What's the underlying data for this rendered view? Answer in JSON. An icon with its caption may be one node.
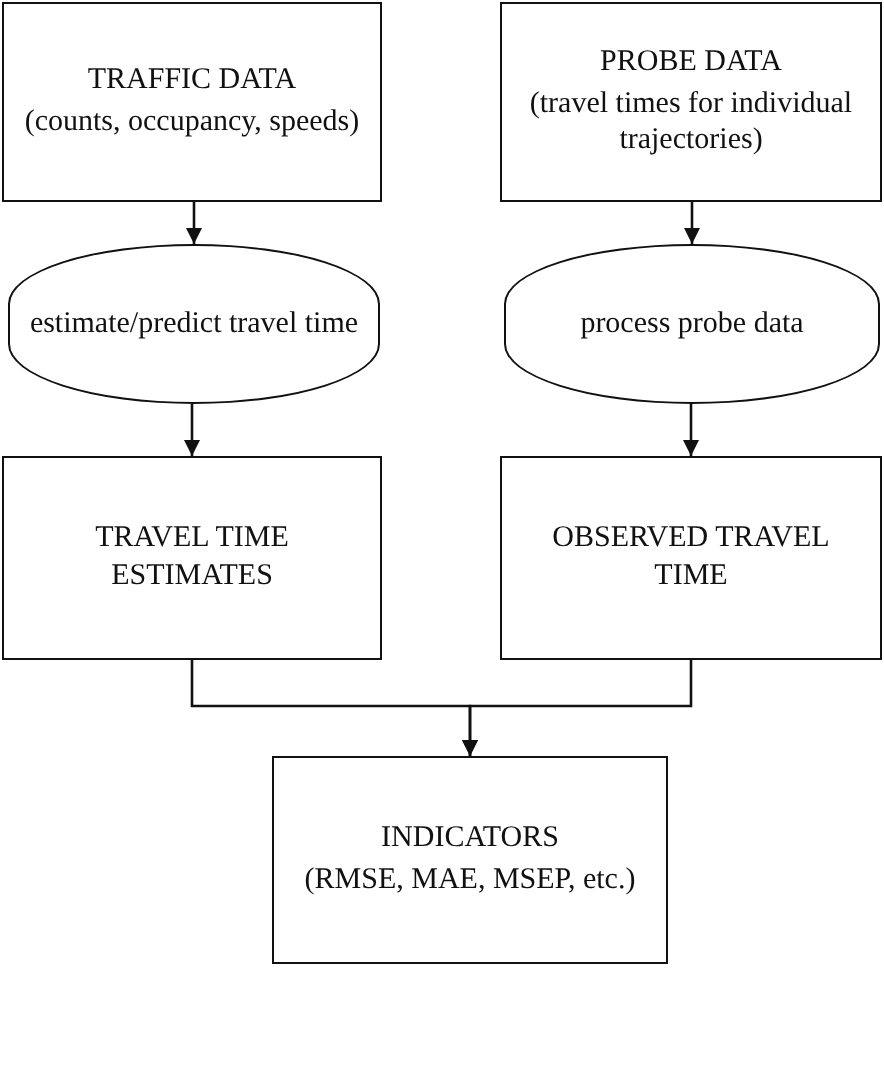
{
  "diagram": {
    "nodes": [
      {
        "text": [
          "TRAFFIC DATA",
          "(counts, occupancy, speeds)"
        ]
      },
      {
        "text": [
          "PROBE DATA",
          "(travel times for individual trajectories)"
        ]
      },
      {
        "text": [
          "estimate/predict travel time"
        ]
      },
      {
        "text": [
          "process probe data"
        ]
      },
      {
        "text": [
          "TRAVEL TIME ESTIMATES"
        ]
      },
      {
        "text": [
          "OBSERVED TRAVEL TIME"
        ]
      },
      {
        "text": [
          "INDICATORS",
          "(RMSE, MAE, MSEP, etc.)"
        ]
      }
    ],
    "edges": [
      {
        "from": 0,
        "to": 2,
        "arrow": "to"
      },
      {
        "from": 1,
        "to": 3,
        "arrow": "to"
      },
      {
        "from": 2,
        "to": 4,
        "arrow": "to"
      },
      {
        "from": 3,
        "to": 5,
        "arrow": "to"
      },
      {
        "from": 4,
        "to": 6,
        "arrow": "to"
      },
      {
        "from": 5,
        "to": 6,
        "arrow": "to"
      }
    ]
  }
}
